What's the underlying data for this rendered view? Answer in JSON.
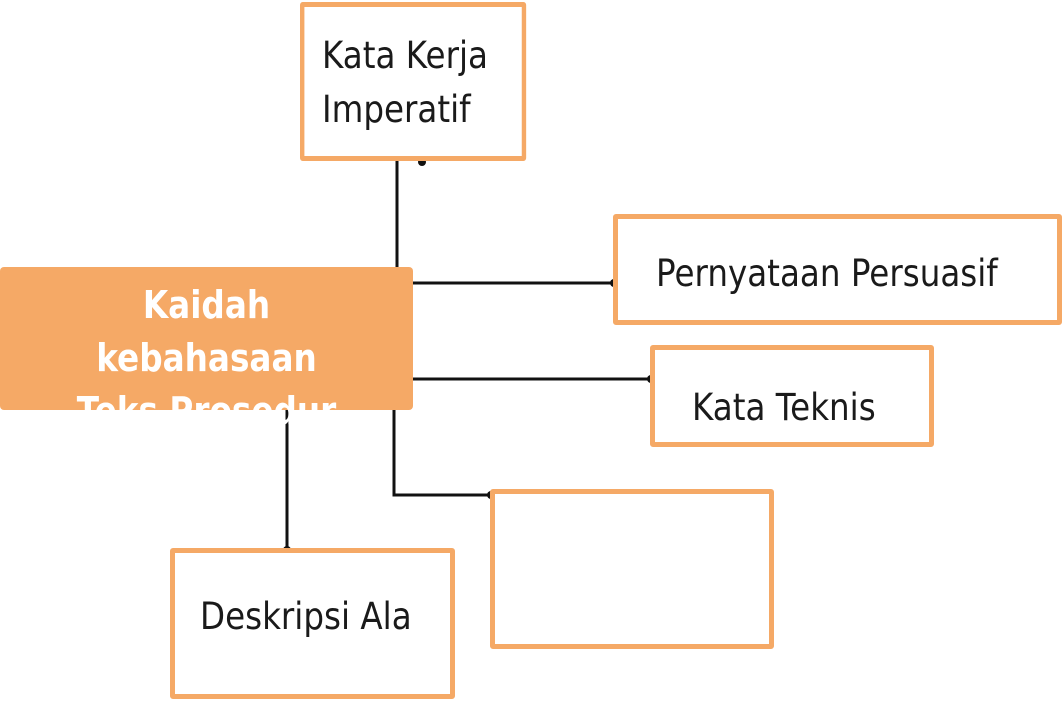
{
  "diagram": {
    "central": {
      "label": "Kaidah kebahasaan\nTeks Prosedur"
    },
    "boxes": {
      "imperative": {
        "label": "Kata Kerja\nImperatif"
      },
      "persuasive": {
        "label": "Pernyataan Persuasif"
      },
      "technical": {
        "label": "Kata Teknis"
      },
      "tool_description": {
        "label": "Deskripsi Ala"
      },
      "empty": {
        "label": ""
      }
    },
    "colors": {
      "accent": "#f5a966",
      "central_text": "#ffffff",
      "box_text": "#1a1a1a",
      "connector": "#111111"
    }
  }
}
